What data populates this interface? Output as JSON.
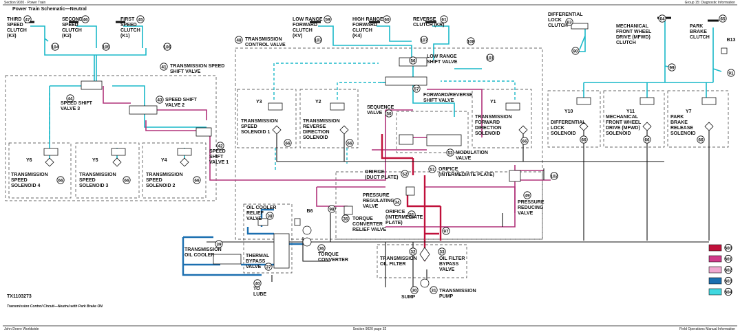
{
  "header": {
    "left": "Section 9020 · Power Train",
    "right": "Group 15: Diagnostic Information",
    "title": "Power Train Schematic—Neutral"
  },
  "components": [
    {
      "num": "47",
      "label": [
        "THIRD",
        "SPEED",
        "CLUTCH",
        "(K3)"
      ]
    },
    {
      "num": "46",
      "label": [
        "SECOND",
        "SPEED",
        "CLUTCH",
        "(K2)"
      ]
    },
    {
      "num": "45",
      "label": [
        "FIRST",
        "SPEED",
        "CLUTCH",
        "(K1)"
      ]
    },
    {
      "num": "59",
      "label": [
        "LOW RANGE",
        "FORWARD",
        "CLUTCH",
        "(KV)"
      ]
    },
    {
      "num": "60",
      "label": [
        "HIGH RANGE",
        "FORWARD",
        "CLUTCH",
        "(K4)"
      ]
    },
    {
      "num": "61",
      "label": [
        "REVERSE",
        "CLUTCH (KR)"
      ]
    },
    {
      "num": "63",
      "label": [
        "DIFFERENTIAL",
        "LOCK",
        "CLUTCH"
      ]
    },
    {
      "num": "64",
      "label": [
        "MECHANICAL",
        "FRONT WHEEL",
        "DRIVE (MFWD)",
        "CLUTCH"
      ]
    },
    {
      "num": "65",
      "label": [
        "PARK",
        "BRAKE",
        "CLUTCH"
      ]
    },
    {
      "num": "48",
      "label": [
        "TRANSMISSION",
        "CONTROL VALVE"
      ]
    },
    {
      "num": "41",
      "label": [
        "TRANSMISSION SPEED",
        "SHIFT VALVE"
      ]
    },
    {
      "num": "56",
      "label": [
        "LOW RANGE",
        "SHIFT VALVE"
      ]
    },
    {
      "num": "57",
      "label": [
        "FORWARD/REVERSE",
        "SHIFT VALVE"
      ]
    },
    {
      "num": "44",
      "label": [
        "SPEED SHIFT",
        "VALVE 3"
      ]
    },
    {
      "num": "43",
      "label": [
        "SPEED SHIFT",
        "VALVE 2"
      ]
    },
    {
      "num": "42",
      "label": [
        "SPEED",
        "SHIFT",
        "VALVE 1"
      ]
    },
    {
      "num": "50",
      "label": [
        "SEQUENCE",
        "VALVE"
      ]
    },
    {
      "num": "53",
      "label": [
        "MODULATION",
        "VALVE"
      ]
    },
    {
      "num": "52",
      "label": [
        "ORIFICE",
        "(DUCT PLATE)"
      ]
    },
    {
      "num": "51",
      "label": [
        "ORIFICE",
        "(INTERMEDIATE PLATE)"
      ]
    },
    {
      "num": "34",
      "label": [
        "PRESSURE",
        "REGULATING",
        "VALVE"
      ]
    },
    {
      "num": "35",
      "label": [
        "TORQUE",
        "CONVERTER",
        "RELIEF VALVE"
      ]
    },
    {
      "num": "51",
      "label": [
        "ORIFICE",
        "(INTERMEDIATE",
        "PLATE)"
      ]
    },
    {
      "num": "49",
      "label": [
        "PRESSURE",
        "REDUCING",
        "VALVE"
      ]
    },
    {
      "num": "38",
      "label": [
        "OIL COOLER",
        "RELIEF",
        "VALVE"
      ]
    },
    {
      "num": "39",
      "label": [
        "TRANSMISSION",
        "OIL COOLER"
      ]
    },
    {
      "num": "37",
      "label": [
        "THERMAL",
        "BYPASS",
        "VALVE"
      ]
    },
    {
      "num": "36",
      "label": [
        "TORQUE",
        "CONVERTER"
      ]
    },
    {
      "num": "40",
      "label": [
        "TO",
        "LUBE"
      ]
    },
    {
      "num": "32",
      "label": [
        "TRANSMISSION",
        "OIL FILTER"
      ]
    },
    {
      "num": "33",
      "label": [
        "OIL FILTER",
        "BYPASS",
        "VALVE"
      ]
    },
    {
      "num": "30",
      "label": [
        "SUMP"
      ]
    },
    {
      "num": "31",
      "label": [
        "TRANSMISSION",
        "PUMP"
      ]
    }
  ],
  "solenoids": [
    {
      "code": "Y3",
      "num": "66",
      "label": [
        "TRANSMISSION",
        "SPEED",
        "SOLENOID 1"
      ]
    },
    {
      "code": "Y2",
      "num": "66",
      "label": [
        "TRANSMISSION",
        "REVERSE",
        "DIRECTION",
        "SOLENOID"
      ]
    },
    {
      "code": "Y1",
      "num": "66",
      "label": [
        "TRANSMISSION",
        "FORWARD",
        "DIRECTION",
        "SOLENOID"
      ]
    },
    {
      "code": "Y10",
      "num": "66",
      "label": [
        "DIFFERENTIAL",
        "LOCK",
        "SOLENOID"
      ]
    },
    {
      "code": "Y11",
      "num": "66",
      "label": [
        "MECHANICAL",
        "FRONT WHEEL",
        "DRIVE (MFWD)",
        "SOLENOID"
      ]
    },
    {
      "code": "Y7",
      "num": "66",
      "label": [
        "PARK",
        "BRAKE",
        "RELEASE",
        "SOLENOID"
      ]
    },
    {
      "code": "Y6",
      "num": "66",
      "label": [
        "TRANSMISSION",
        "SPEED",
        "SOLENOID 4"
      ]
    },
    {
      "code": "Y5",
      "num": "66",
      "label": [
        "TRANSMISSION",
        "SPEED",
        "SOLENOID 3"
      ]
    },
    {
      "code": "Y4",
      "num": "66",
      "label": [
        "TRANSMISSION",
        "SPEED",
        "SOLENOID 2"
      ]
    }
  ],
  "refs": [
    "104",
    "105",
    "106",
    "103",
    "107",
    "108",
    "101",
    "90",
    "99",
    "91",
    "102",
    "97",
    "98",
    "B6",
    "B13"
  ],
  "legend": [
    {
      "code": "600",
      "color": "#c0103a"
    },
    {
      "code": "601",
      "color": "#d03a8a"
    },
    {
      "code": "602",
      "color": "#f0a8d0"
    },
    {
      "code": "603",
      "color": "#1b6fb0"
    },
    {
      "code": "604",
      "color": "#40d8e0"
    }
  ],
  "figure_id": "TX1103273",
  "caption": "Transmission Control Circuit—Neutral with Park Brake ON",
  "footer": {
    "left": "John Deere Worldwide",
    "center": "Section 9020 page 32",
    "right": "Field Operations Manual Information"
  }
}
